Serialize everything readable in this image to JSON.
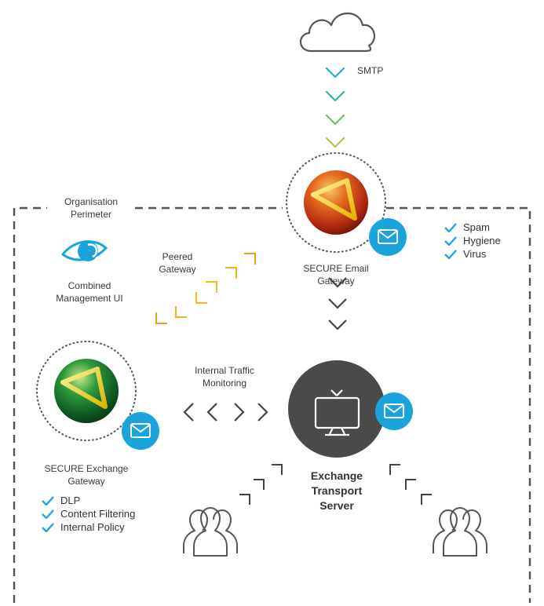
{
  "colors": {
    "accent_blue": "#1ba3dc",
    "check_blue": "#25a4dc",
    "perimeter": "#4a5560",
    "server_dark": "#4a4a4a",
    "icon_outline": "#555555",
    "peer_orange": "#f39c1f",
    "peer_yellow": "#f2c012"
  },
  "labels": {
    "smtp": "SMTP",
    "perimeter": [
      "Organisation",
      "Perimeter"
    ],
    "management": [
      "Combined",
      "Management UI"
    ],
    "peered": [
      "Peered",
      "Gateway"
    ],
    "email_gateway": [
      "SECURE Email",
      "Gateway"
    ],
    "internal_traffic": [
      "Internal Traffic",
      "Monitoring"
    ],
    "exchange_gateway": [
      "SECURE Exchange",
      "Gateway"
    ],
    "transport_server": [
      "Exchange",
      "Transport",
      "Server"
    ]
  },
  "email_gateway_checks": [
    "Spam",
    "Hygiene",
    "Virus"
  ],
  "exchange_gateway_checks": [
    "DLP",
    "Content Filtering",
    "Internal Policy"
  ],
  "icons": {
    "internet": "cloud-icon",
    "management": "eye-icon",
    "mail": "envelope-icon",
    "server": "monitor-icon",
    "users": "user-group-icon",
    "gateway_logo": "secure-logo-icon"
  }
}
